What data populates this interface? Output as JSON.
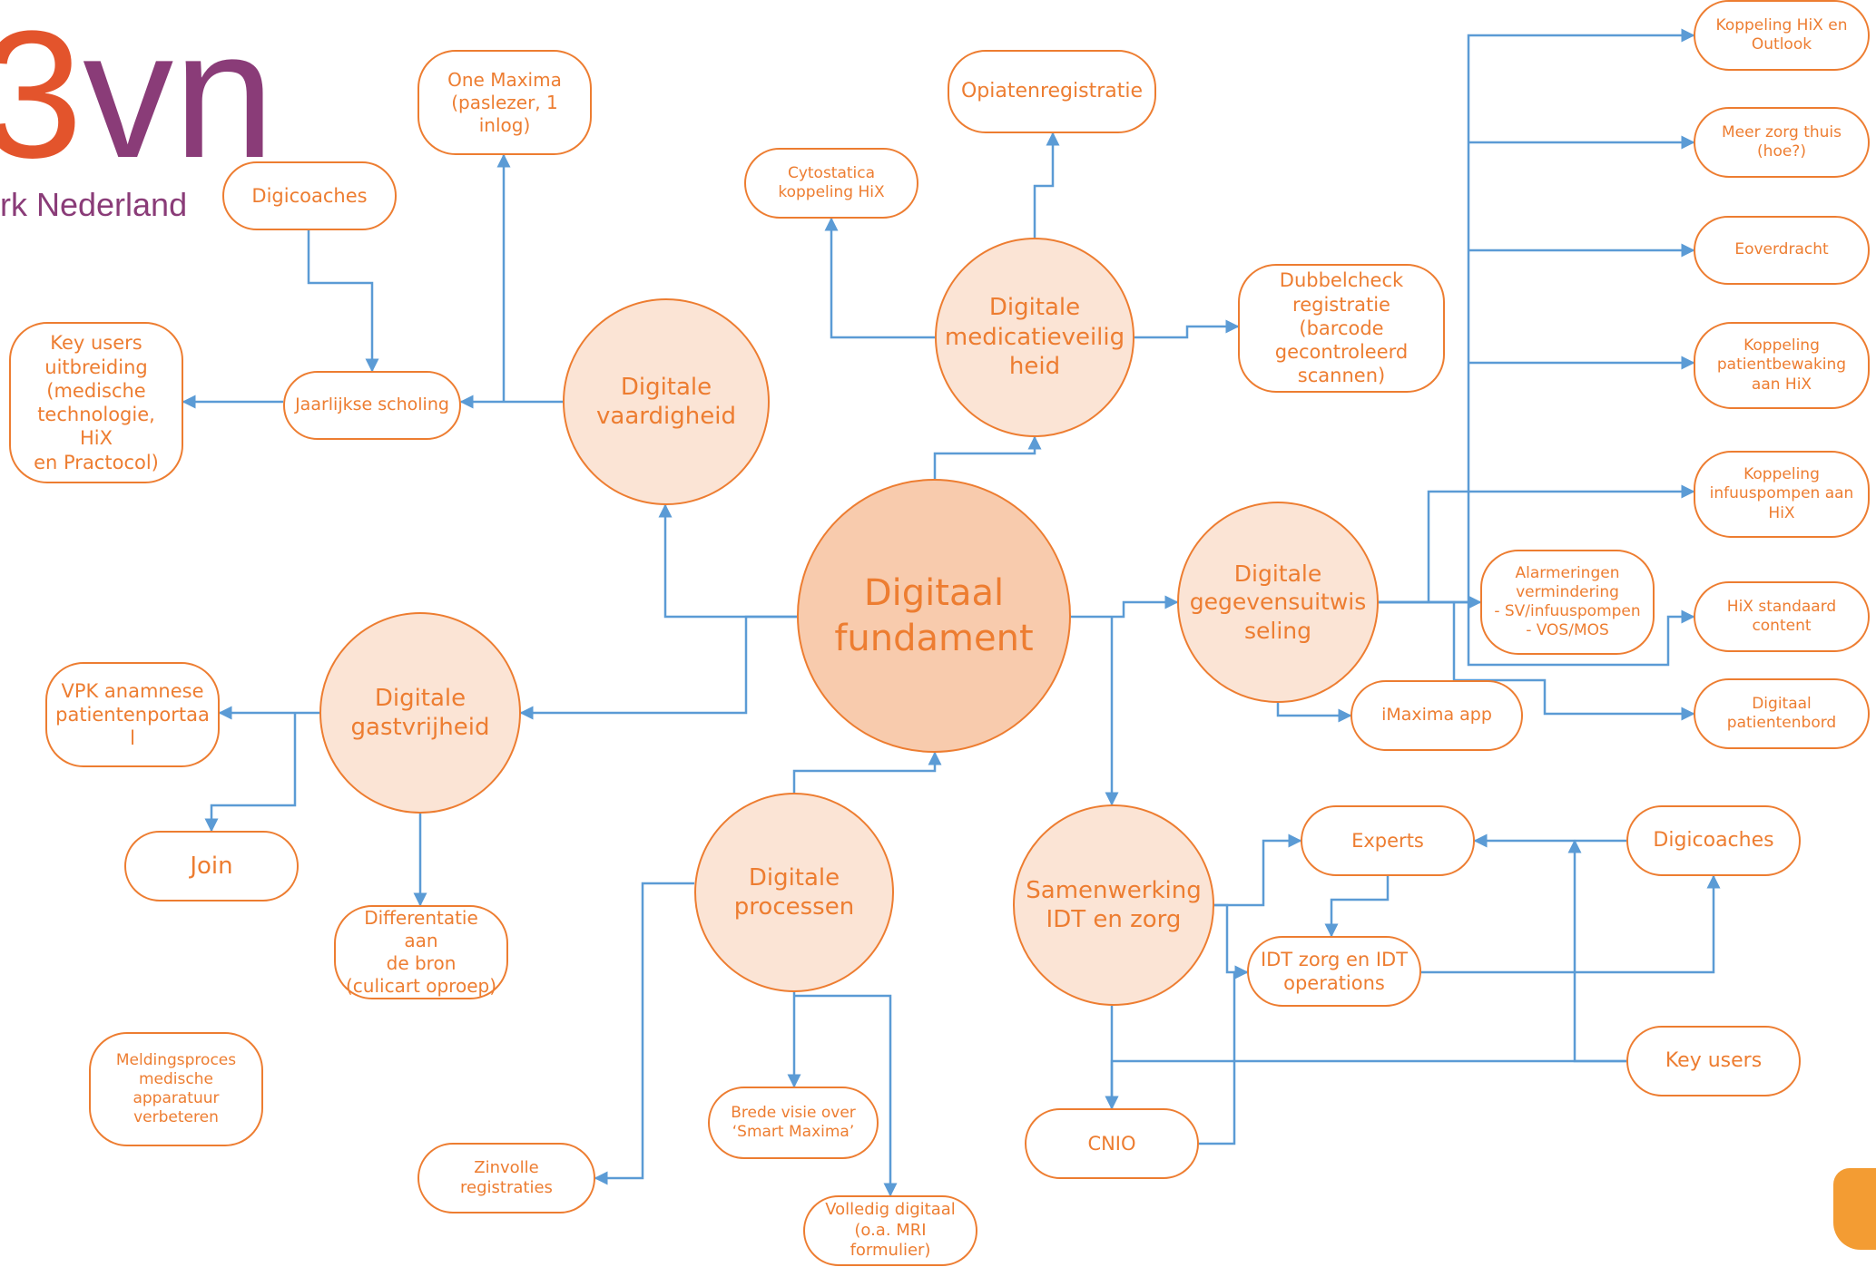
{
  "logo": {
    "text_a": "3",
    "text_b": "vn",
    "subtitle": "rk Nederland",
    "color_a": "#E3542C",
    "color_b": "#8A3C78"
  },
  "nodes": [
    {
      "id": "fundament",
      "text": "Digitaal\nfundament"
    },
    {
      "id": "vaardigheid",
      "text": "Digitale\nvaardigheid"
    },
    {
      "id": "medicatie",
      "text": "Digitale\nmedicatieveilig\nheid"
    },
    {
      "id": "gegevens",
      "text": "Digitale\ngegevensuitwis\nseling"
    },
    {
      "id": "gastvrijheid",
      "text": "Digitale\ngastvrijheid"
    },
    {
      "id": "processen",
      "text": "Digitale\nprocessen"
    },
    {
      "id": "samenwerking",
      "text": "Samenwerking\nIDT en zorg"
    },
    {
      "id": "onemaxima",
      "text": "One Maxima\n(paslezer, 1\ninlog)"
    },
    {
      "id": "digicoaches1",
      "text": "Digicoaches"
    },
    {
      "id": "keyusersuitb",
      "text": "Key users\nuitbreiding\n(medische\ntechnologie, HiX\nen Practocol)"
    },
    {
      "id": "scholing",
      "text": "Jaarlijkse scholing"
    },
    {
      "id": "opiaten",
      "text": "Opiatenregistratie"
    },
    {
      "id": "cytostatica",
      "text": "Cytostatica\nkoppeling HiX"
    },
    {
      "id": "dubbelcheck",
      "text": "Dubbelcheck\nregistratie (barcode\ngecontroleerd\nscannen)"
    },
    {
      "id": "outlook",
      "text": "Koppeling HiX en\nOutlook"
    },
    {
      "id": "zorgthuis",
      "text": "Meer zorg thuis\n(hoe?)"
    },
    {
      "id": "eoverdracht",
      "text": "Eoverdracht"
    },
    {
      "id": "patientbewaking",
      "text": "Koppeling\npatientbewaking\naan HiX"
    },
    {
      "id": "infuuspompen",
      "text": "Koppeling\ninfuuspompen aan\nHiX"
    },
    {
      "id": "alarmeringen",
      "text": "Alarmeringen\nvermindering\n- SV/infuuspompen\n- VOS/MOS"
    },
    {
      "id": "hixstandaard",
      "text": "HiX standaard\ncontent"
    },
    {
      "id": "patientenbord",
      "text": "Digitaal\npatientenbord"
    },
    {
      "id": "imaxima",
      "text": "iMaxima app"
    },
    {
      "id": "vpk",
      "text": "VPK anamnese\npatientenportaa\nl"
    },
    {
      "id": "join",
      "text": "Join"
    },
    {
      "id": "differentatie",
      "text": "Differentatie aan\nde bron\n(culicart oproep)"
    },
    {
      "id": "meldingsproces",
      "text": "Meldingsproces\nmedische\napparatuur\nverbeteren"
    },
    {
      "id": "smartmaxima",
      "text": "Brede visie over\n‘Smart Maxima’"
    },
    {
      "id": "zinvolle",
      "text": "Zinvolle registraties"
    },
    {
      "id": "volledig",
      "text": "Volledig digitaal\n(o.a. MRI formulier)"
    },
    {
      "id": "experts",
      "text": "Experts"
    },
    {
      "id": "digicoaches2",
      "text": "Digicoaches"
    },
    {
      "id": "idtzorg",
      "text": "IDT zorg en IDT\noperations"
    },
    {
      "id": "keyusers",
      "text": "Key users"
    },
    {
      "id": "cnio",
      "text": "CNIO"
    }
  ],
  "colors": {
    "text": "#ED7D31",
    "circle_fill": "#FBE4D5",
    "center_fill": "#F8CBAD",
    "connector": "#5B9BD5"
  }
}
